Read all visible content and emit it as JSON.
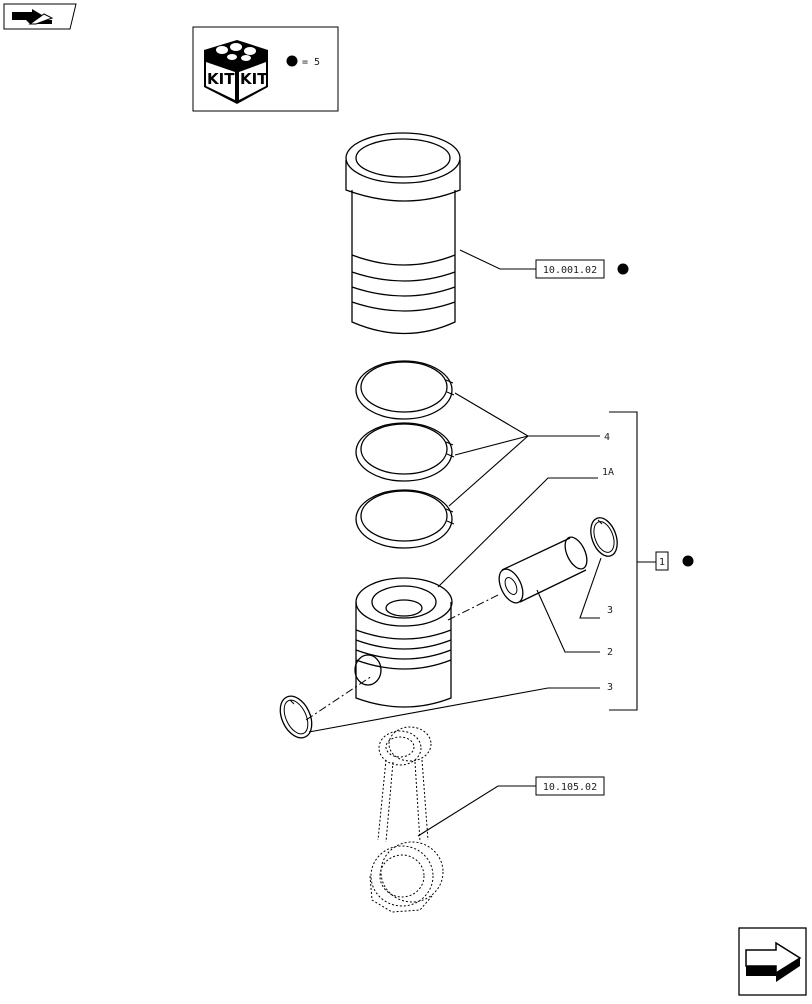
{
  "kit_legend": {
    "box_text_left": "KIT",
    "box_text_right": "KIT",
    "equals_label": "= 5"
  },
  "references": {
    "cylinder_liner": "10.001.02",
    "connecting_rod": "10.105.02",
    "assembly_kit": "1"
  },
  "callouts": {
    "piston_rings": "4",
    "piston": "1A",
    "circlip_right": "3",
    "piston_pin": "2",
    "circlip_left": "3"
  },
  "colors": {
    "line": "#000000",
    "marker": "#000000",
    "background": "#ffffff"
  },
  "icons": {
    "nav_back": "back-arrow-icon",
    "nav_next": "next-arrow-icon",
    "kit": "kit-box-icon",
    "kit_marker": "filled-dot"
  }
}
